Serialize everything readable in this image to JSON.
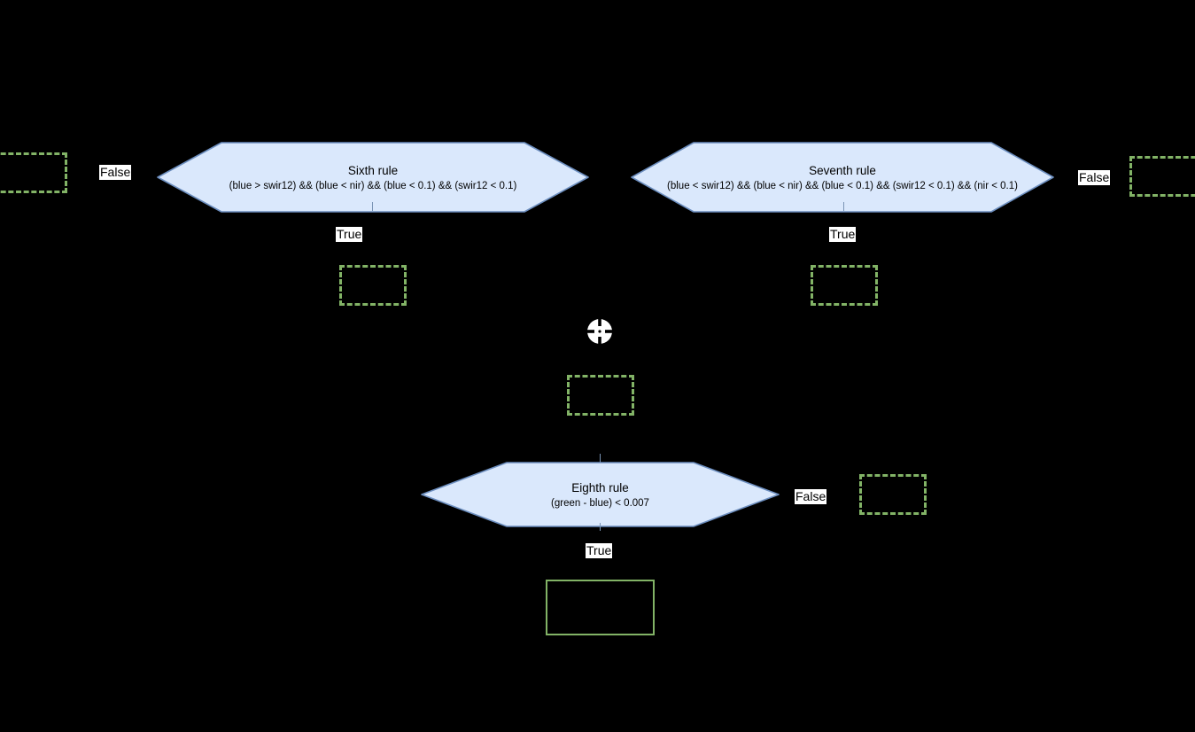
{
  "diagram": {
    "type": "decision-flowchart",
    "background_color": "#000000",
    "node_fill_color": "#dae8fc",
    "node_border_color": "#6c8ebf",
    "box_border_color": "#82b366",
    "label_background_color": "#ffffff",
    "label_text_color": "#000000",
    "decisions": [
      {
        "id": "sixth-rule",
        "title": "Sixth rule",
        "condition": "(blue > swir12) && (blue < nir) && (blue < 0.1) && (swir12 < 0.1)"
      },
      {
        "id": "seventh-rule",
        "title": "Seventh rule",
        "condition": "(blue < swir12) && (blue < nir) && (blue < 0.1) && (swir12 < 0.1) && (nir < 0.1)"
      },
      {
        "id": "eighth-rule",
        "title": "Eighth rule",
        "condition": "(green - blue) < 0.007"
      }
    ],
    "edge_labels": {
      "sixth_false": "False",
      "sixth_true": "True",
      "seventh_false": "False",
      "seventh_true": "True",
      "eighth_false": "False",
      "eighth_true": "True"
    },
    "placeholder_boxes": [
      {
        "id": "sixth-false-target",
        "label": ""
      },
      {
        "id": "sixth-true-target",
        "label": ""
      },
      {
        "id": "seventh-false-target",
        "label": ""
      },
      {
        "id": "seventh-true-target",
        "label": ""
      },
      {
        "id": "center-merge-target",
        "label": ""
      },
      {
        "id": "eighth-false-target",
        "label": ""
      }
    ],
    "result_box": {
      "id": "eighth-true-result",
      "label": ""
    },
    "marker_icon": "crosshair-node-icon"
  }
}
